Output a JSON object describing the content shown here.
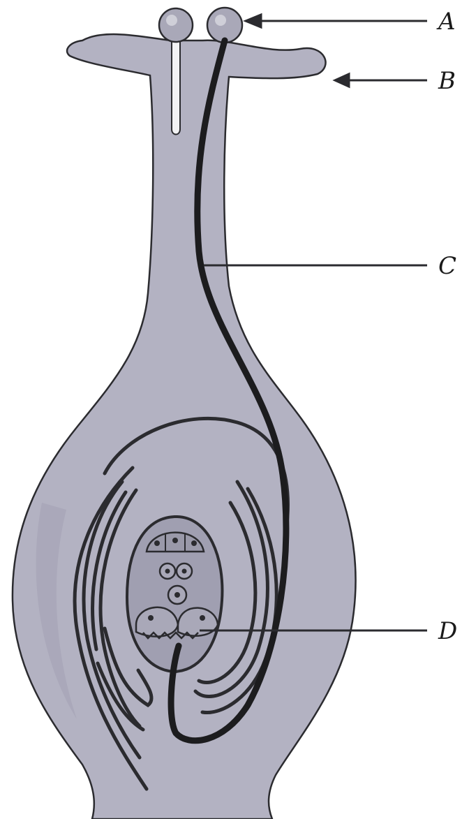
{
  "diagram": {
    "labels": {
      "a": "A",
      "b": "B",
      "c": "C",
      "d": "D"
    },
    "colors": {
      "tissue": "#b3b2c2",
      "tissue_dark": "#9f9eb0",
      "outline": "#2b2b2f",
      "pollen_tube": "#1c1c1e",
      "cell_fill": "#9a99a9",
      "background": "#ffffff"
    }
  }
}
